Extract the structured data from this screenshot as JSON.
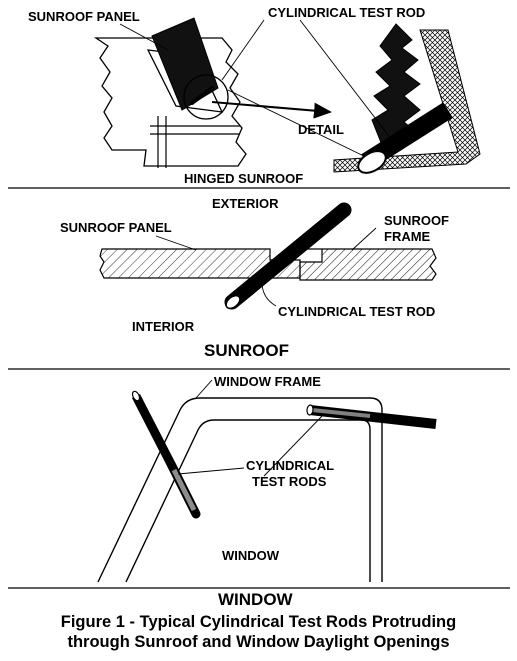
{
  "panel_hinged": {
    "sunroof_panel_label": "SUNROOF PANEL",
    "rod_label": "CYLINDRICAL TEST ROD",
    "detail_label": "DETAIL",
    "title": "HINGED SUNROOF"
  },
  "panel_sunroof": {
    "exterior_label": "EXTERIOR",
    "sunroof_panel_label": "SUNROOF PANEL",
    "frame_label_line1": "SUNROOF",
    "frame_label_line2": "FRAME",
    "rod_label": "CYLINDRICAL TEST ROD",
    "interior_label": "INTERIOR",
    "title": "SUNROOF"
  },
  "panel_window": {
    "frame_label": "WINDOW FRAME",
    "rods_label_line1": "CYLINDRICAL",
    "rods_label_line2": "TEST RODS",
    "window_label": "WINDOW",
    "title": "WINDOW"
  },
  "caption": {
    "line1": "Figure 1 - Typical Cylindrical Test Rods Protruding",
    "line2": "through Sunroof and Window Daylight Openings"
  }
}
